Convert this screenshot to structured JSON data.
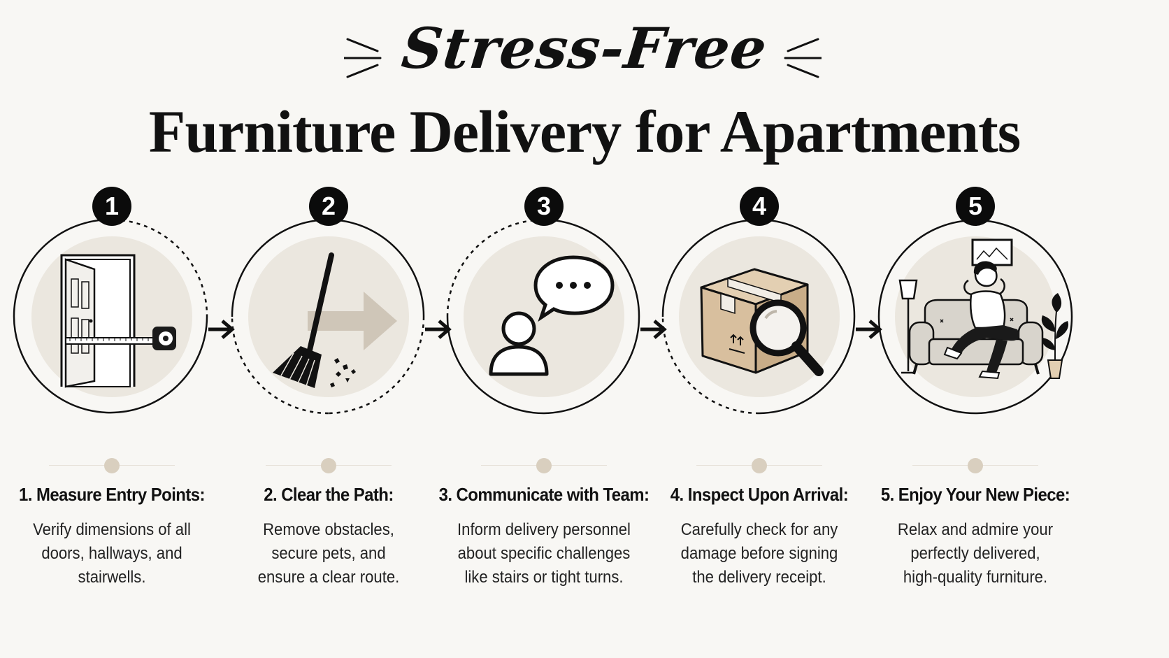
{
  "header": {
    "script_title": "Stress-Free",
    "main_title": "Furniture Delivery for Apartments"
  },
  "colors": {
    "ink": "#111111",
    "circle_fill": "#ebe7df",
    "accent_beige": "#d9cfbf",
    "box_tan": "#d8bf9e",
    "sofa_gray": "#d8d4cc"
  },
  "steps": [
    {
      "number": "1",
      "title": "1. Measure Entry Points:",
      "body": [
        "Verify dimensions of all",
        "doors, hallways, and",
        "stairwells."
      ],
      "icon": "door-tape-measure-icon"
    },
    {
      "number": "2",
      "title": "2. Clear the Path:",
      "body": [
        "Remove obstacles,",
        "secure pets, and",
        "ensure a clear route."
      ],
      "icon": "broom-arrow-icon"
    },
    {
      "number": "3",
      "title": "3. Communicate with Team:",
      "body": [
        "Inform delivery personnel",
        "about specific challenges",
        "like stairs or tight turns."
      ],
      "icon": "person-speech-bubble-icon"
    },
    {
      "number": "4",
      "title": "4. Inspect Upon Arrival:",
      "body": [
        "Carefully check for any",
        "damage before signing",
        "the delivery receipt."
      ],
      "icon": "box-magnifier-icon"
    },
    {
      "number": "5",
      "title": "5. Enjoy Your New Piece:",
      "body": [
        "Relax and admire your",
        "perfectly delivered,",
        "high-quality furniture."
      ],
      "icon": "relaxing-on-sofa-icon"
    }
  ]
}
